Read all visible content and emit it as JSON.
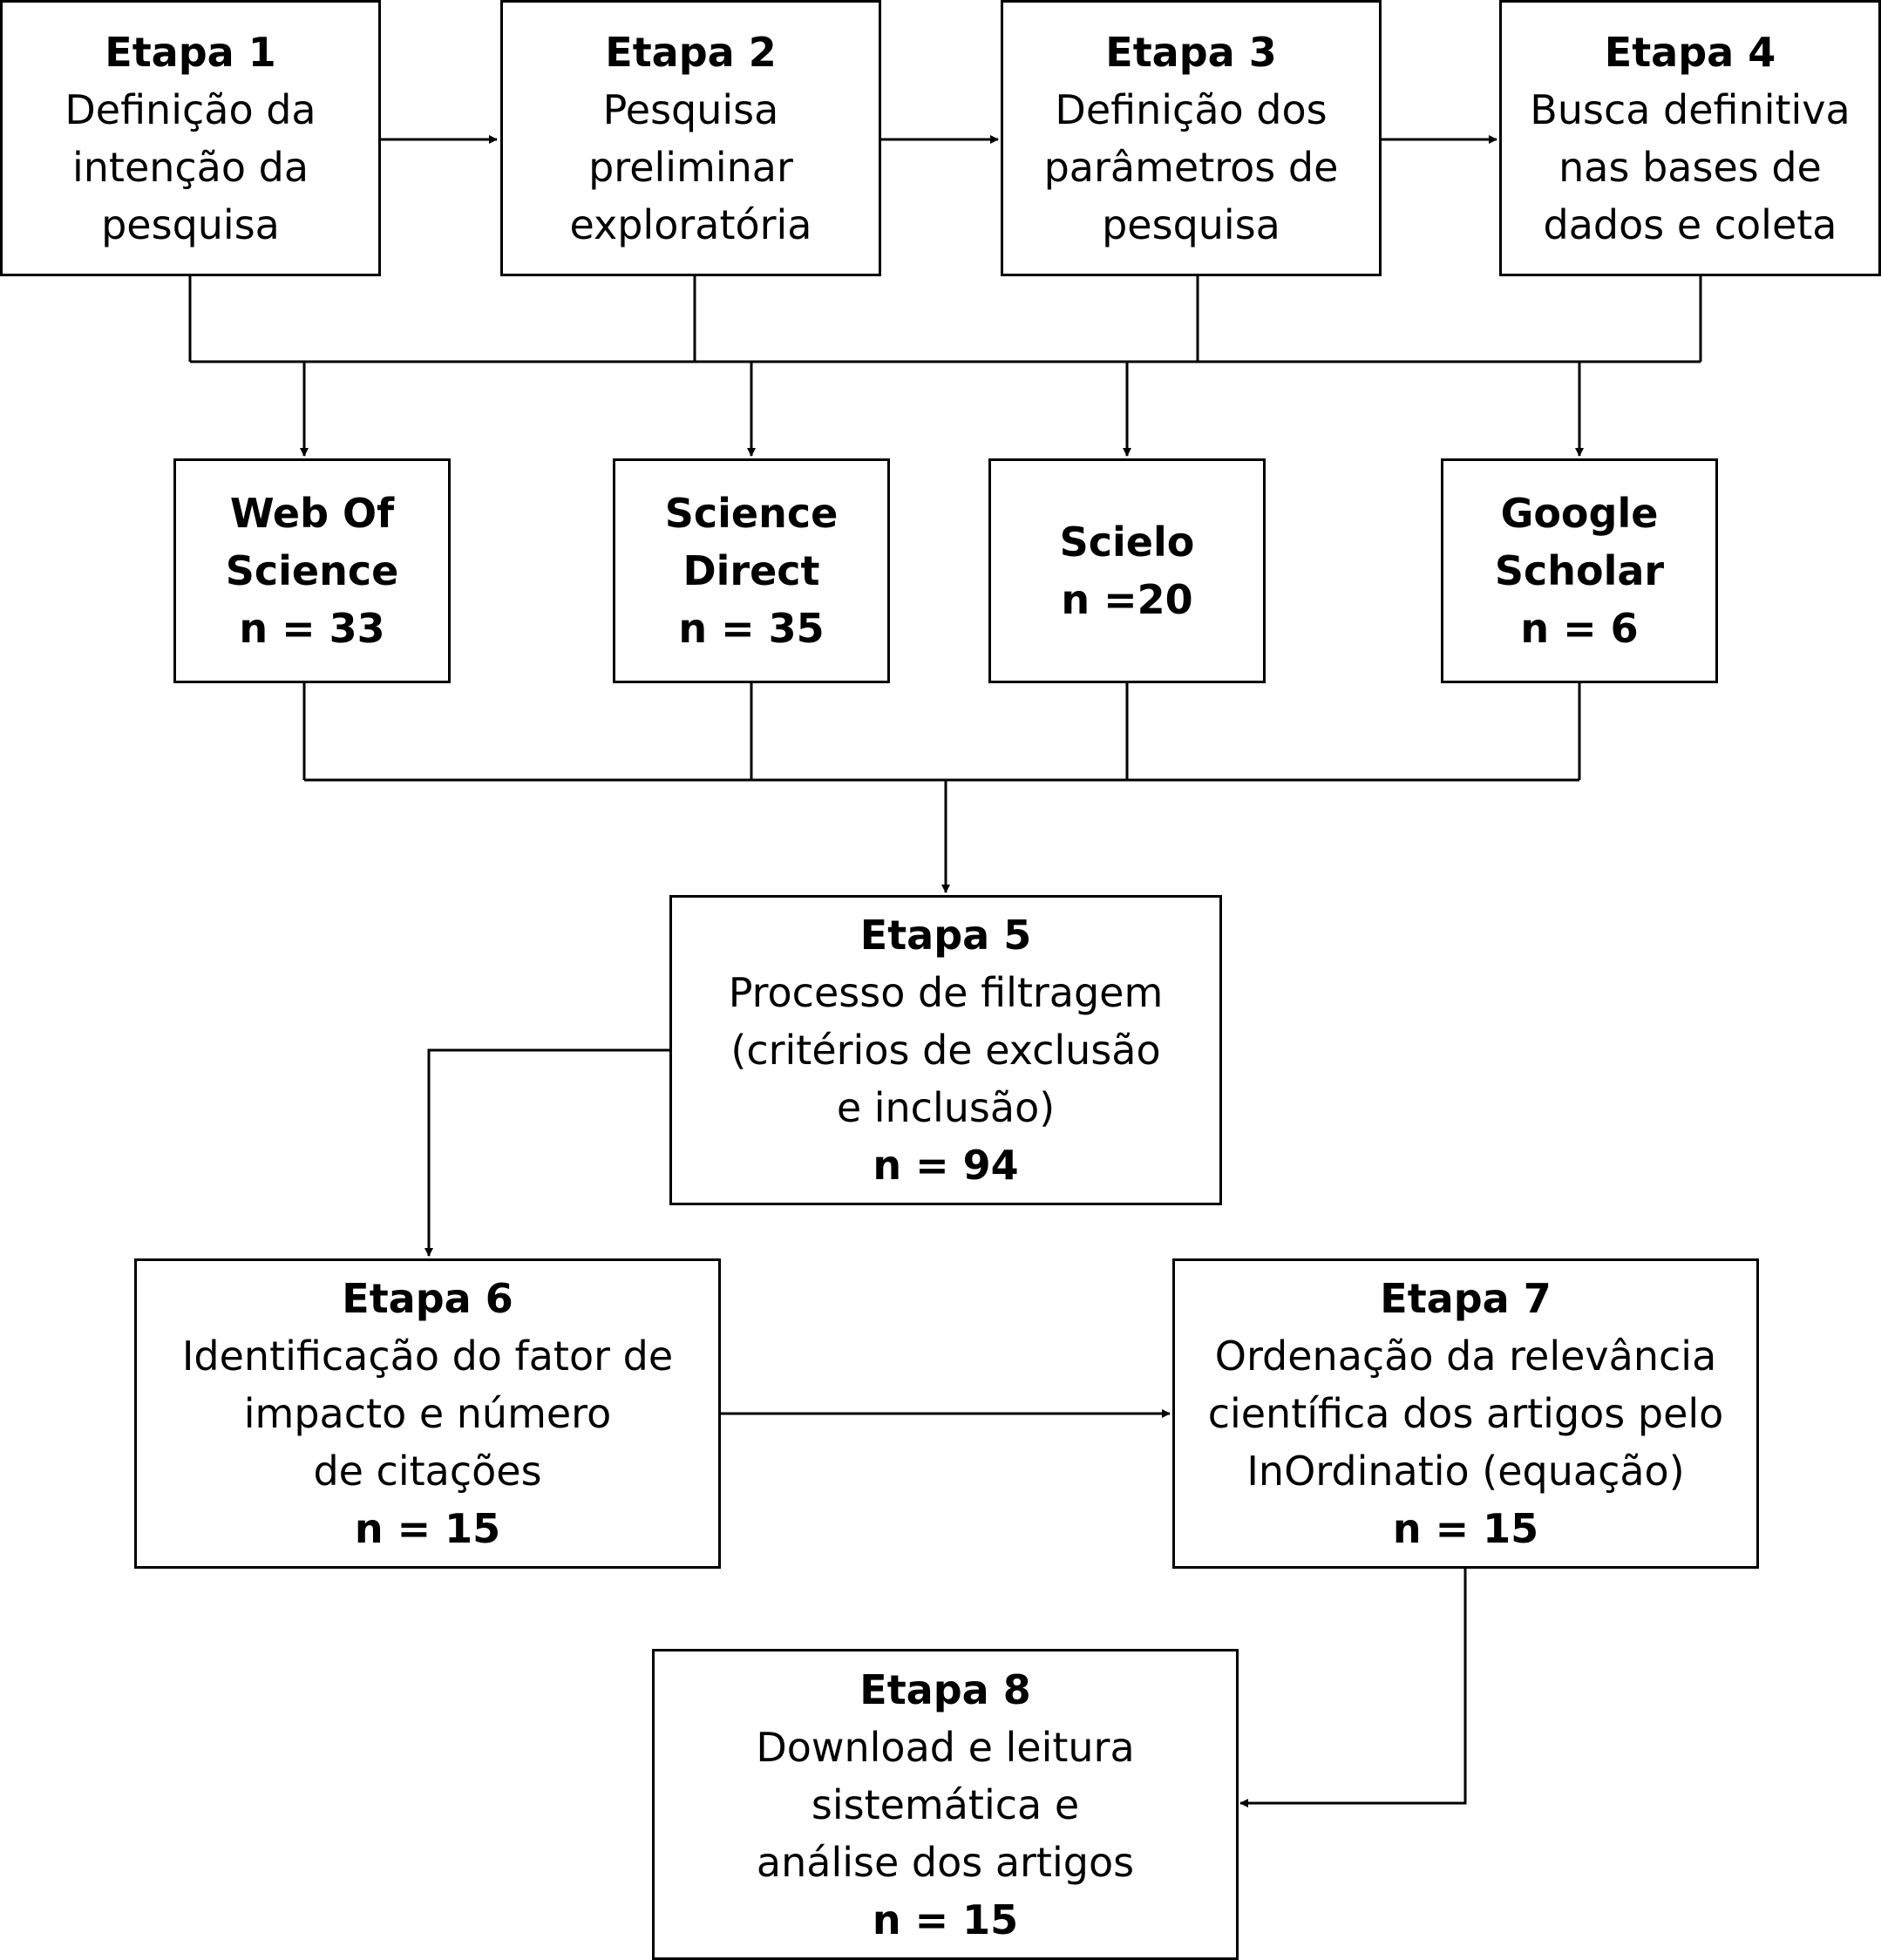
{
  "stages": {
    "s1": {
      "title": "Etapa 1",
      "lines": [
        "Definição da",
        "intenção da",
        "pesquisa"
      ]
    },
    "s2": {
      "title": "Etapa 2",
      "lines": [
        "Pesquisa",
        "preliminar",
        "exploratória"
      ]
    },
    "s3": {
      "title": "Etapa 3",
      "lines": [
        "Definição dos",
        "parâmetros de",
        "pesquisa"
      ]
    },
    "s4": {
      "title": "Etapa 4",
      "lines": [
        "Busca definitiva",
        "nas bases de",
        "dados e coleta"
      ]
    },
    "s5": {
      "title": "Etapa 5",
      "lines": [
        "Processo de filtragem",
        "(critérios de exclusão",
        "e inclusão)"
      ],
      "count": "n = 94"
    },
    "s6": {
      "title": "Etapa 6",
      "lines": [
        "Identificação do fator de",
        "impacto e número",
        "de citações"
      ],
      "count": "n = 15"
    },
    "s7": {
      "title": "Etapa 7",
      "lines": [
        "Ordenação da relevância",
        "científica dos artigos pelo",
        "InOrdinatio (equação)"
      ],
      "count": "n = 15"
    },
    "s8": {
      "title": "Etapa 8",
      "lines": [
        "Download e leitura",
        "sistemática e",
        "análise dos artigos"
      ],
      "count": "n = 15"
    }
  },
  "databases": {
    "wos": {
      "lines": [
        "Web Of",
        "Science"
      ],
      "count": "n = 33"
    },
    "sd": {
      "lines": [
        "Science",
        "Direct"
      ],
      "count": "n = 35"
    },
    "scielo": {
      "lines": [
        "Scielo"
      ],
      "count": "n =20"
    },
    "gs": {
      "lines": [
        "Google",
        "Scholar"
      ],
      "count": "n = 6"
    }
  },
  "line_color": "#000000"
}
